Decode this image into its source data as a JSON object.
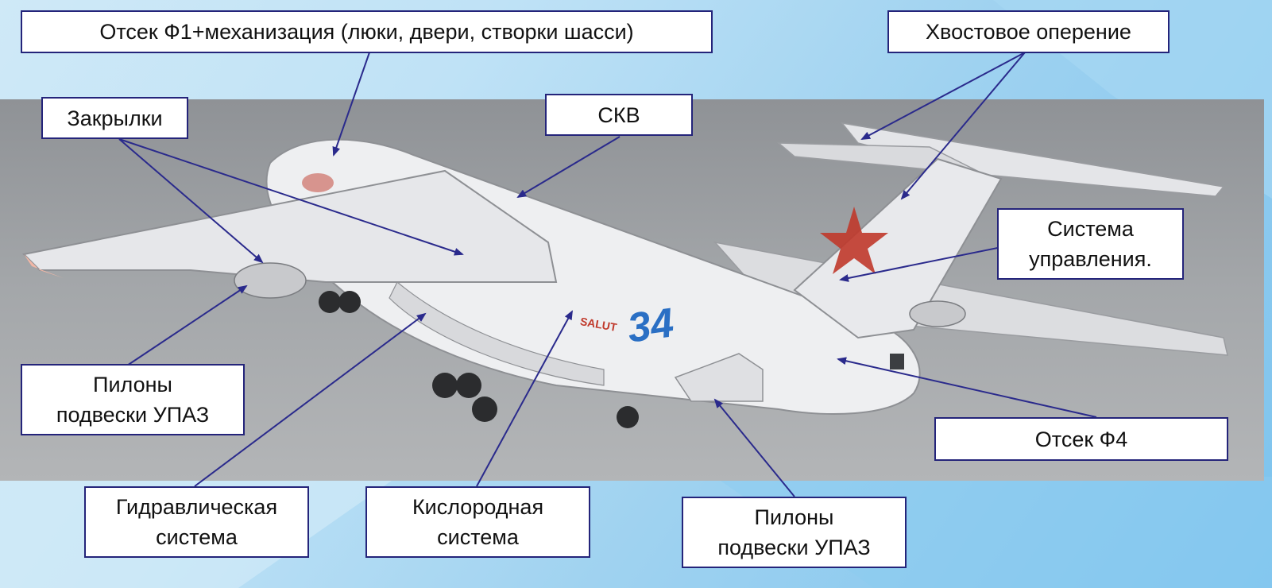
{
  "labels": {
    "f1_compartment": "Отсек Ф1+механизация (люки, двери, створки шасси)",
    "tail_unit": "Хвостовое оперение",
    "flaps": "Закрылки",
    "skv": "СКВ",
    "control_system": "Система\nуправления.",
    "pylons_left": "Пилоны\nподвески УПАЗ",
    "f4_compartment": "Отсек Ф4",
    "hydraulic_system": "Гидравлическая\nсистема",
    "oxygen_system": "Кислородная\nсистема",
    "pylons_right": "Пилоны\nподвески УПАЗ"
  },
  "aircraft": {
    "tail_number": "34",
    "fuselage_text": "SALUT"
  },
  "colors": {
    "box_border": "#24247a",
    "leader_line": "#2a2a8c",
    "star_red": "#c0392b",
    "number_blue": "#2a6fc4"
  }
}
